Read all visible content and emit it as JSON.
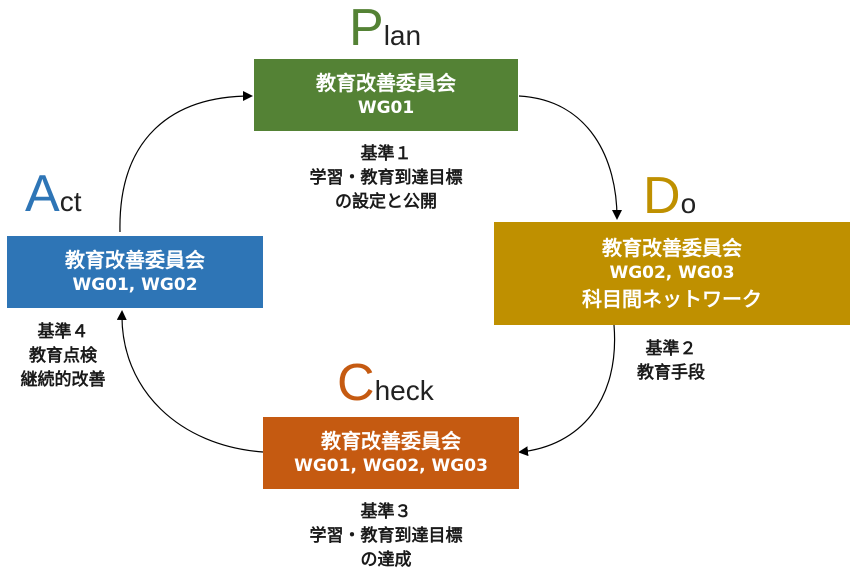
{
  "phases": {
    "plan": {
      "initial": "P",
      "rest": "lan",
      "color": "#548235",
      "box_title": "教育改善委員会",
      "box_wg": "WG01",
      "note": [
        "基準１",
        "学習・教育到達目標",
        "の設定と公開"
      ]
    },
    "do": {
      "initial": "D",
      "rest": "o",
      "color": "#BF9000",
      "box_title": "教育改善委員会",
      "box_wg": "WG02, WG03",
      "box_extra": "科目間ネットワーク",
      "note": [
        "基準２",
        "教育手段"
      ]
    },
    "check": {
      "initial": "C",
      "rest": "heck",
      "color": "#C55A11",
      "box_title": "教育改善委員会",
      "box_wg": "WG01, WG02, WG03",
      "note": [
        "基準３",
        "学習・教育到達目標",
        "の達成"
      ]
    },
    "act": {
      "initial": "A",
      "rest": "ct",
      "color": "#2E75B6",
      "box_title": "教育改善委員会",
      "box_wg": "WG01, WG02",
      "note": [
        "基準４",
        "教育点検",
        "継続的改善"
      ]
    }
  }
}
